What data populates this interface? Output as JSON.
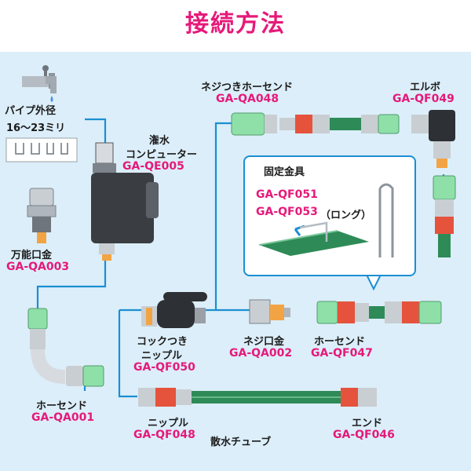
{
  "title": "接続方法",
  "colors": {
    "accent": "#e6197a",
    "panel_bg": "#dceef9",
    "line": "#1b8fd2",
    "tube_green": "#2e8b57",
    "coupler_green": "#8fe0a8",
    "coupler_red": "#e5533d",
    "gray": "#9aa0a6"
  },
  "labels": {
    "pipe_diameter_line1": "パイプ外径",
    "pipe_diameter_line2": "16～23ミリ",
    "water_computer_line1": "潅水",
    "water_computer_line2": "コンピューター",
    "water_computer_code": "GA-QE005",
    "universal_faucet": "万能口金",
    "universal_faucet_code": "GA-QA003",
    "hose_end_left": "ホーセンド",
    "hose_end_left_code": "GA-QA001",
    "threaded_hose_end": "ネジつきホーセンド",
    "threaded_hose_end_code": "GA-QA048",
    "elbow": "エルボ",
    "elbow_code": "GA-QF049",
    "fixing_bracket": "固定金具",
    "fixing_bracket_code1": "GA-QF051",
    "fixing_bracket_code2": "GA-QF053",
    "fixing_bracket_long": "（ロング）",
    "cock_nipple_line1": "コックつき",
    "cock_nipple_line2": "ニップル",
    "cock_nipple_code": "GA-QF050",
    "screw_faucet": "ネジ口金",
    "screw_faucet_code": "GA-QA002",
    "hose_end_right": "ホーセンド",
    "hose_end_right_code": "GA-QF047",
    "nipple": "ニップル",
    "nipple_code": "GA-QF048",
    "sprinkler_tube": "散水チューブ",
    "end": "エンド",
    "end_code": "GA-QF046"
  },
  "icons": [
    "faucet-icon",
    "water-computer-icon",
    "coupler-icon",
    "elbow-icon",
    "cock-valve-icon",
    "u-bracket-icon",
    "sprinkler-tube-icon"
  ]
}
